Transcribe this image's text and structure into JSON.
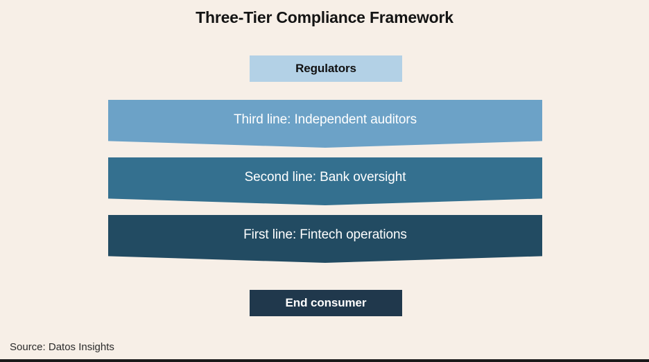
{
  "figure": {
    "title": "Three-Tier Compliance Framework",
    "background_color": "#F7EFE7",
    "source_note": "Source: Datos Insights"
  },
  "chart_data": {
    "type": "diagram",
    "diagram_style": "stacked-chevron-funnel",
    "title": "Three-Tier Compliance Framework",
    "top_box": {
      "label": "Regulators",
      "fill": "#B3D1E6",
      "text_color": "#111111"
    },
    "tiers": [
      {
        "label": "Third line: Independent auditors",
        "tier_number": 3,
        "fill": "#6CA2C7",
        "text_color": "#FFFFFF"
      },
      {
        "label": "Second line: Bank oversight",
        "tier_number": 2,
        "fill": "#34708F",
        "text_color": "#FFFFFF"
      },
      {
        "label": "First line: Fintech operations",
        "tier_number": 1,
        "fill": "#224B62",
        "text_color": "#FFFFFF"
      }
    ],
    "bottom_box": {
      "label": "End consumer",
      "fill": "#20384C",
      "text_color": "#FFFFFF"
    },
    "flow_direction": "top-to-bottom",
    "source": "Datos Insights"
  }
}
